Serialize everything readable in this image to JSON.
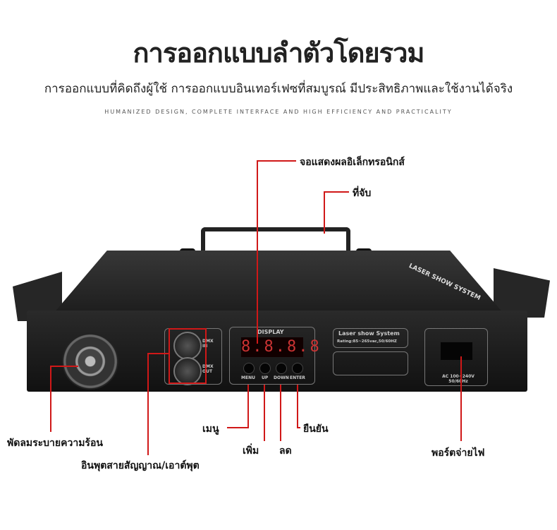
{
  "header": {
    "title": "การออกแบบลำตัวโดยรวม",
    "subtitle": "การออกแบบที่คิดถึงผู้ใช้  การออกแบบอินเทอร์เฟซที่สมบูรณ์  มีประสิทธิภาพและใช้งานได้จริง",
    "english": "HUMANIZED DESIGN, COMPLETE INTERFACE AND HIGH EFFICIENCY AND PRACTICALITY"
  },
  "callouts": {
    "display": "จอแสดงผลอิเล็กทรอนิกส์",
    "handle": "ที่จับ",
    "menu": "เมนู",
    "up": "เพิ่ม",
    "down": "ลด",
    "enter": "ยืนยัน",
    "power": "พอร์ตจ่ายไฟ",
    "fan": "พัดลมระบายความร้อน",
    "dmx": "อินพุตสายสัญญาณ/เอาต์พุต"
  },
  "device": {
    "top_label": "LASER SHOW SYSTEM",
    "display_label": "DISPLAY",
    "display_value": "8.8.8.8",
    "buttons": [
      "MENU",
      "UP",
      "DOWN",
      "ENTER"
    ],
    "dmx_in": "DMX IN",
    "dmx_out": "DMX OUT",
    "info_title": "Laser show System",
    "info_rating": "Rating:85~265vac,50/60HZ",
    "power_rating": "AC 100~240V 50/60Hz"
  },
  "colors": {
    "accent": "#d01818"
  }
}
